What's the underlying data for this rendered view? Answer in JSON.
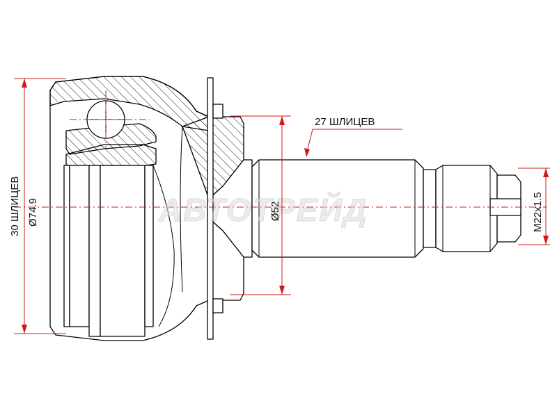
{
  "labels": {
    "housing_splines": "30 ШЛИЦЕВ",
    "housing_diameter": "Ø74.9",
    "shaft_diameter": "Ø52",
    "shaft_splines": "27 ШЛИЦЕВ",
    "thread": "M22x1.5"
  },
  "watermark": "АВТОТРЕЙД",
  "colors": {
    "dimension": "#d01818",
    "outline": "#000000",
    "background": "#ffffff"
  }
}
